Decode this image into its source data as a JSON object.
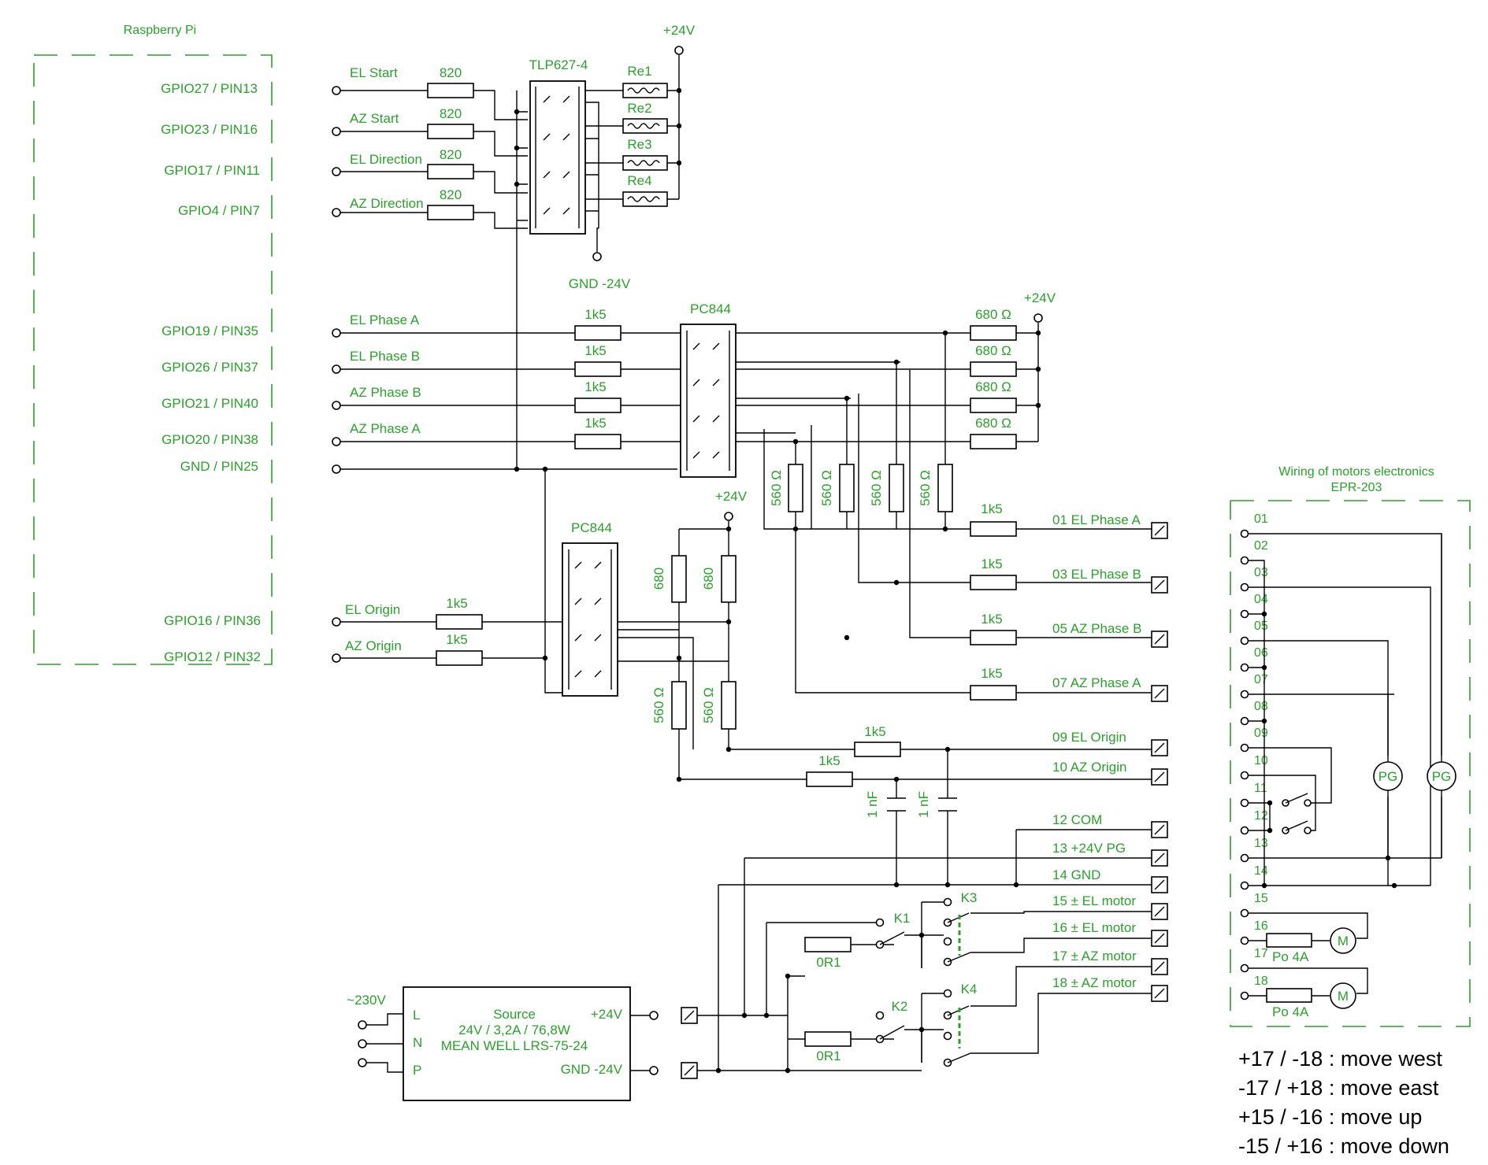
{
  "rpi": {
    "title": "Raspberry Pi",
    "pins": [
      "GPIO27 / PIN13",
      "GPIO23 / PIN16",
      "GPIO17 / PIN11",
      "GPIO4 / PIN7",
      "GPIO19 / PIN35",
      "GPIO26 / PIN37",
      "GPIO21 / PIN40",
      "GPIO20 / PIN38",
      "GND / PIN25",
      "GPIO16 / PIN36",
      "GPIO12 / PIN32"
    ]
  },
  "signals": {
    "start": [
      "EL Start",
      "AZ Start",
      "EL Direction",
      "AZ Direction"
    ],
    "phase": [
      "EL Phase A",
      "EL Phase B",
      "AZ Phase B",
      "AZ Phase A"
    ],
    "origin": [
      "EL Origin",
      "AZ Origin"
    ]
  },
  "parts": {
    "r820": "820",
    "r1k5": "1k5",
    "r680": "680 Ω",
    "r560": "560 Ω",
    "r680b": "680",
    "cap": "1 nF",
    "r0r1": "0R1",
    "fuse": "Po 4A",
    "tlp": "TLP627-4",
    "pc844a": "PC844",
    "pc844b": "PC844",
    "relays": [
      "Re1",
      "Re2",
      "Re3",
      "Re4"
    ],
    "k": [
      "K1",
      "K2",
      "K3",
      "K4"
    ],
    "plus24": "+24V",
    "gnd24": "GND -24V",
    "motor": "M",
    "pg": "PG"
  },
  "terminals": [
    "01  EL Phase A",
    "03  EL Phase B",
    "05  AZ Phase B",
    "07  AZ Phase A",
    "09  EL Origin",
    "10  AZ Origin",
    "12  COM",
    "13  +24V PG",
    "14  GND",
    "15  ± EL motor",
    "16  ± EL motor",
    "17  ± AZ motor",
    "18  ± AZ motor"
  ],
  "psu": {
    "mains": "~230V",
    "lines": [
      "L",
      "N",
      "P"
    ],
    "title": "Source",
    "spec": "24V / 3,2A / 76,8W",
    "model": "MEAN WELL LRS-75-24",
    "out_plus": "+24V",
    "out_gnd": "GND -24V"
  },
  "motors_box": {
    "title": "Wiring of motors electronics",
    "model": "EPR-203",
    "pins": [
      "01",
      "02",
      "03",
      "04",
      "05",
      "06",
      "07",
      "08",
      "09",
      "10",
      "11",
      "12",
      "13",
      "14",
      "15",
      "16",
      "17",
      "18"
    ]
  },
  "legend": [
    "+17 / -18 : move west",
    "-17 / +18 : move  east",
    "+15 / -16 : move up",
    "-15 / +16 : move down"
  ]
}
